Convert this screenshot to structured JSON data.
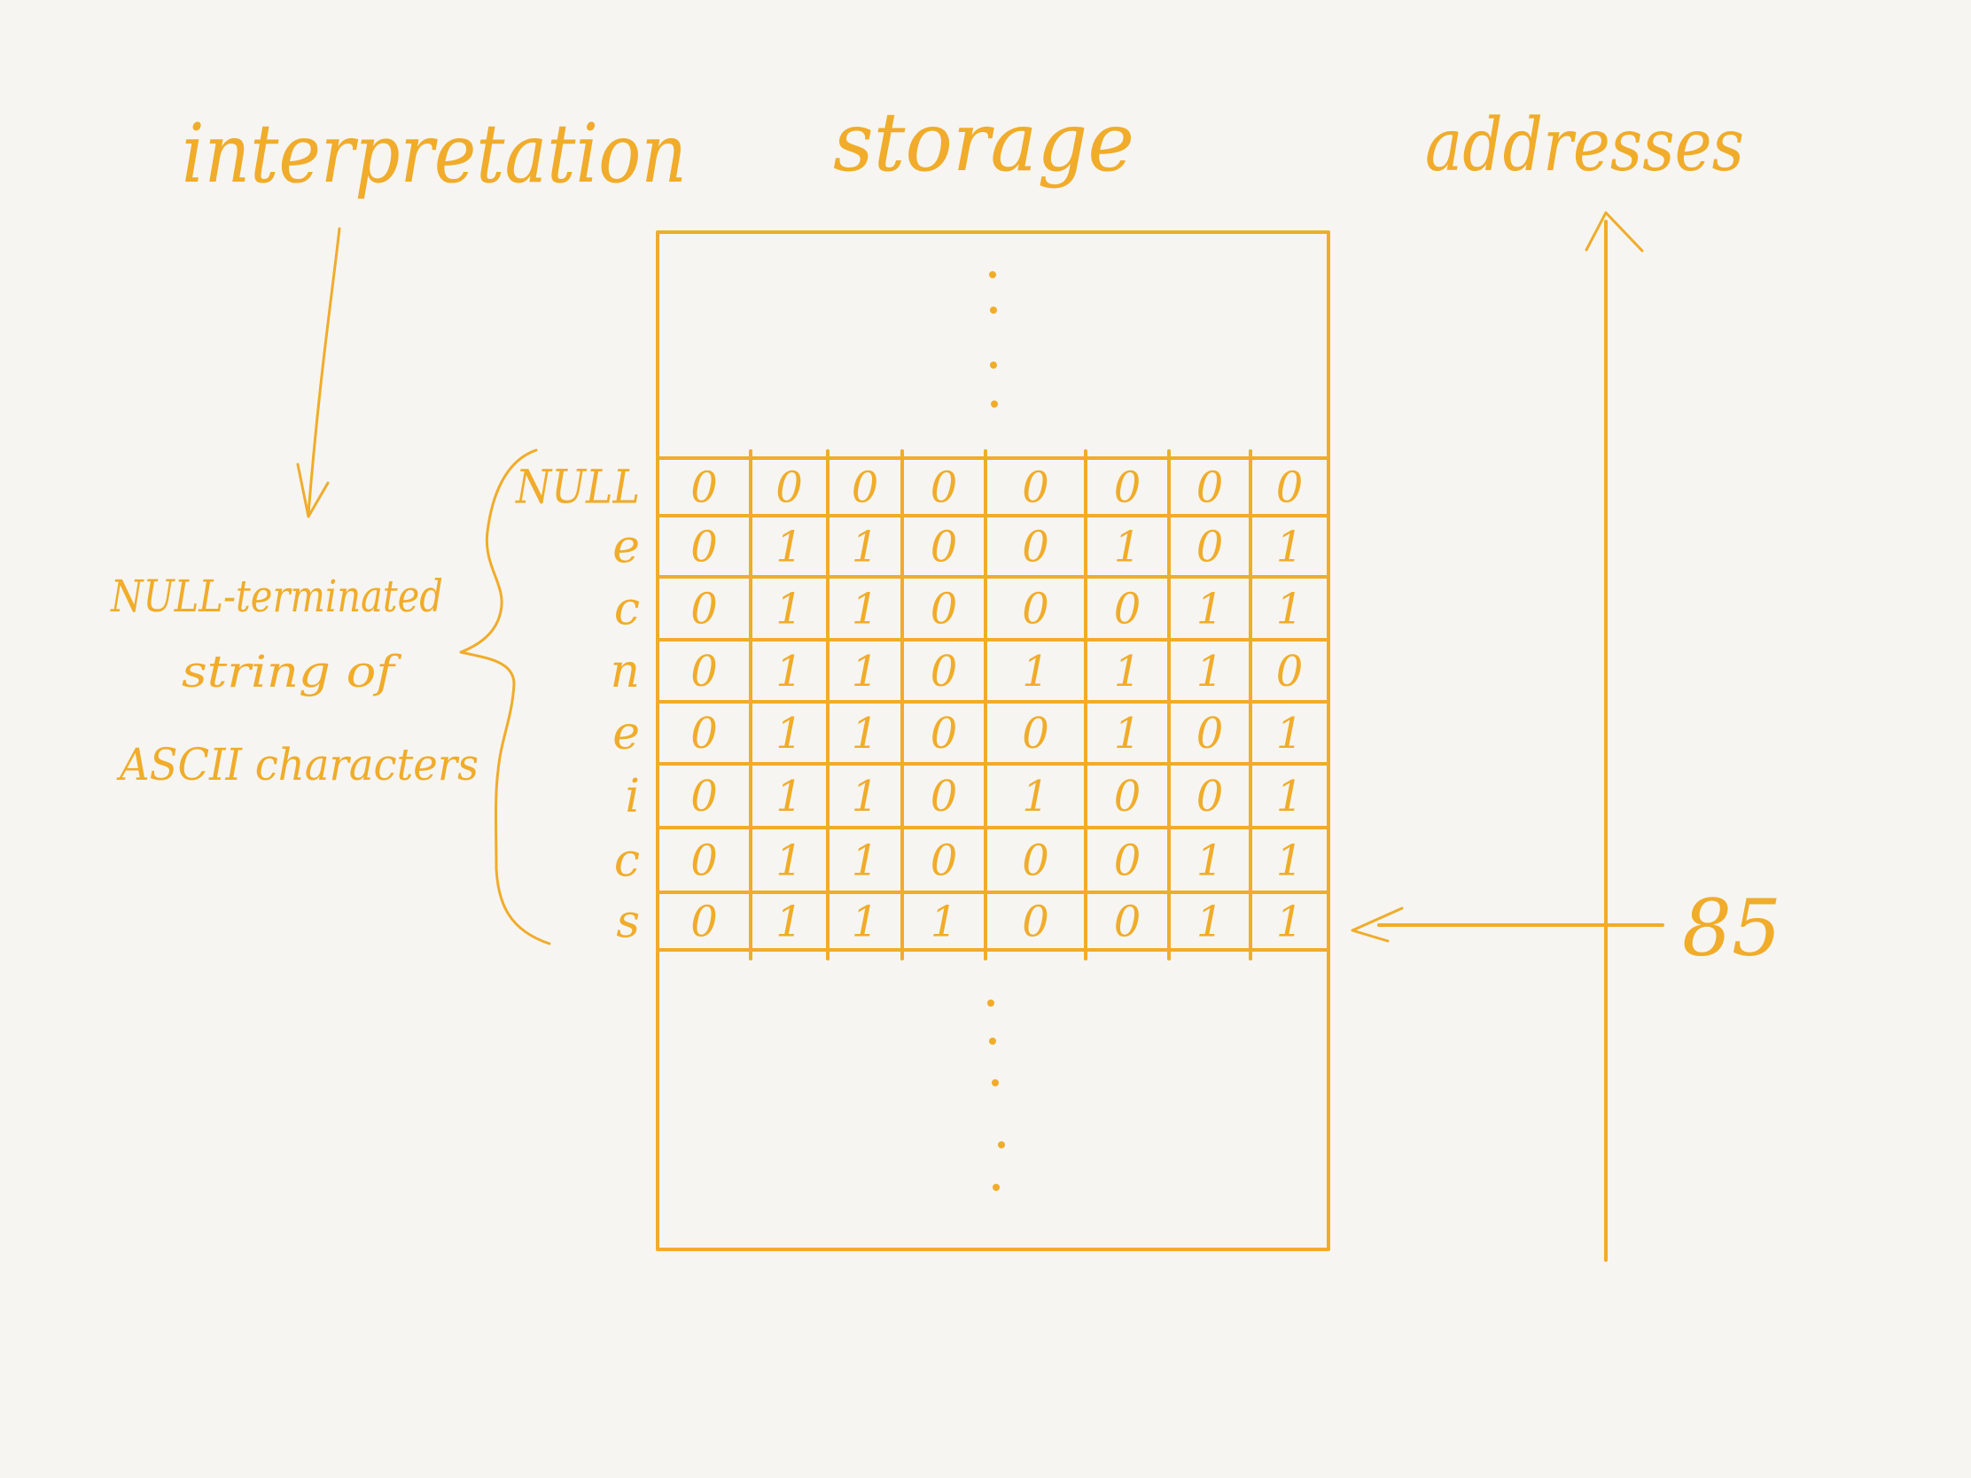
{
  "headings": {
    "interpretation": "interpretation",
    "storage": "storage",
    "addresses": "addresses"
  },
  "interpretation_note": {
    "line1": "NULL-terminated",
    "line2": "string of",
    "line3": "ASCII characters"
  },
  "address_label": "85",
  "rows": [
    {
      "char": "NULL",
      "bits": [
        "0",
        "0",
        "0",
        "0",
        "0",
        "0",
        "0",
        "0"
      ]
    },
    {
      "char": "e",
      "bits": [
        "0",
        "1",
        "1",
        "0",
        "0",
        "1",
        "0",
        "1"
      ]
    },
    {
      "char": "c",
      "bits": [
        "0",
        "1",
        "1",
        "0",
        "0",
        "0",
        "1",
        "1"
      ]
    },
    {
      "char": "n",
      "bits": [
        "0",
        "1",
        "1",
        "0",
        "1",
        "1",
        "1",
        "0"
      ]
    },
    {
      "char": "e",
      "bits": [
        "0",
        "1",
        "1",
        "0",
        "0",
        "1",
        "0",
        "1"
      ]
    },
    {
      "char": "i",
      "bits": [
        "0",
        "1",
        "1",
        "0",
        "1",
        "0",
        "0",
        "1"
      ]
    },
    {
      "char": "c",
      "bits": [
        "0",
        "1",
        "1",
        "0",
        "0",
        "0",
        "1",
        "1"
      ]
    },
    {
      "char": "s",
      "bits": [
        "0",
        "1",
        "1",
        "1",
        "0",
        "0",
        "1",
        "1"
      ]
    }
  ],
  "colors": {
    "ink": "#f0ac2a",
    "paper": "#f6f5f1"
  }
}
